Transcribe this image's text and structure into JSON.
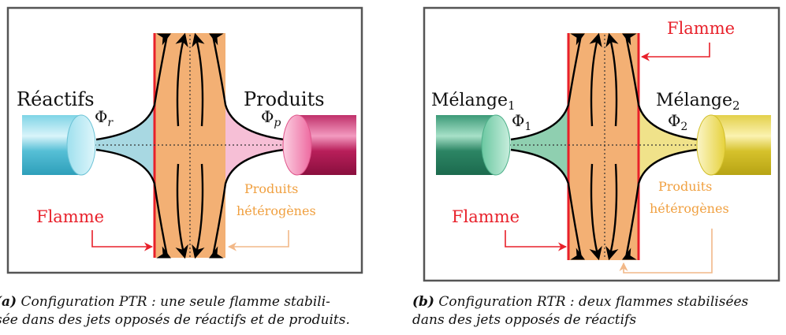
{
  "panel_a": {
    "left_label": "Réactifs",
    "right_label": "Produits",
    "phi_left": "Φ",
    "phi_left_sub": "r",
    "phi_right": "Φ",
    "phi_right_sub": "p",
    "flame_label": "Flamme",
    "hetero_line1": "Produits",
    "hetero_line2": "hétérogènes",
    "caption_tag": "(a)",
    "caption_line1": "Configuration PTR : une seule flamme stabili-",
    "caption_line2": "sée dans des jets opposés de réactifs et de produits."
  },
  "panel_b": {
    "left_label": "Mélange",
    "left_label_sub": "1",
    "right_label": "Mélange",
    "right_label_sub": "2",
    "phi_left": "Φ",
    "phi_left_sub": "1",
    "phi_right": "Φ",
    "phi_right_sub": "2",
    "flame_label_top": "Flamme",
    "flame_label_bottom": "Flamme",
    "hetero_line1": "Produits",
    "hetero_line2": "hétérogènes",
    "caption_tag": "(b)",
    "caption_line1": "Configuration RTR : deux flammes stabilisées",
    "caption_line2": "dans des jets opposés de réactifs"
  },
  "colors": {
    "flame": "#e8202a",
    "zone": "#f3b074",
    "hetero_text": "#f0a040",
    "hetero_arrow": "#f2b888",
    "reactants_jet": "#a8d8e2",
    "products_jet": "#f6bfd6",
    "mix1_jet": "#8fcfb0",
    "mix2_jet": "#f0e28a"
  }
}
